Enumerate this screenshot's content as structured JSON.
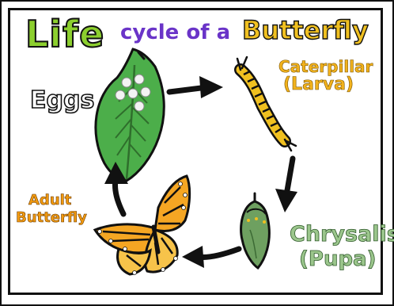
{
  "title": {
    "life": "Life",
    "cycle_of_a": "cycle of a",
    "butterfly": "Butterfly"
  },
  "stages": {
    "eggs": "Eggs",
    "caterpillar": "Caterpillar",
    "larva": "(Larva)",
    "chrysalis": "Chrysalis",
    "pupa": "(Pupa)",
    "adult": "Adult",
    "adult_butterfly": "Butterfly"
  },
  "colors": {
    "life": "#8ccf2e",
    "cycle_of_a": "#6a34c8",
    "butterfly": "#f0c020",
    "leaf": "#4cae4a",
    "caterpillar": "#f0c020",
    "chrysalis": "#6ea060",
    "adult_wing": "#f5a623",
    "arrow": "#111111"
  }
}
